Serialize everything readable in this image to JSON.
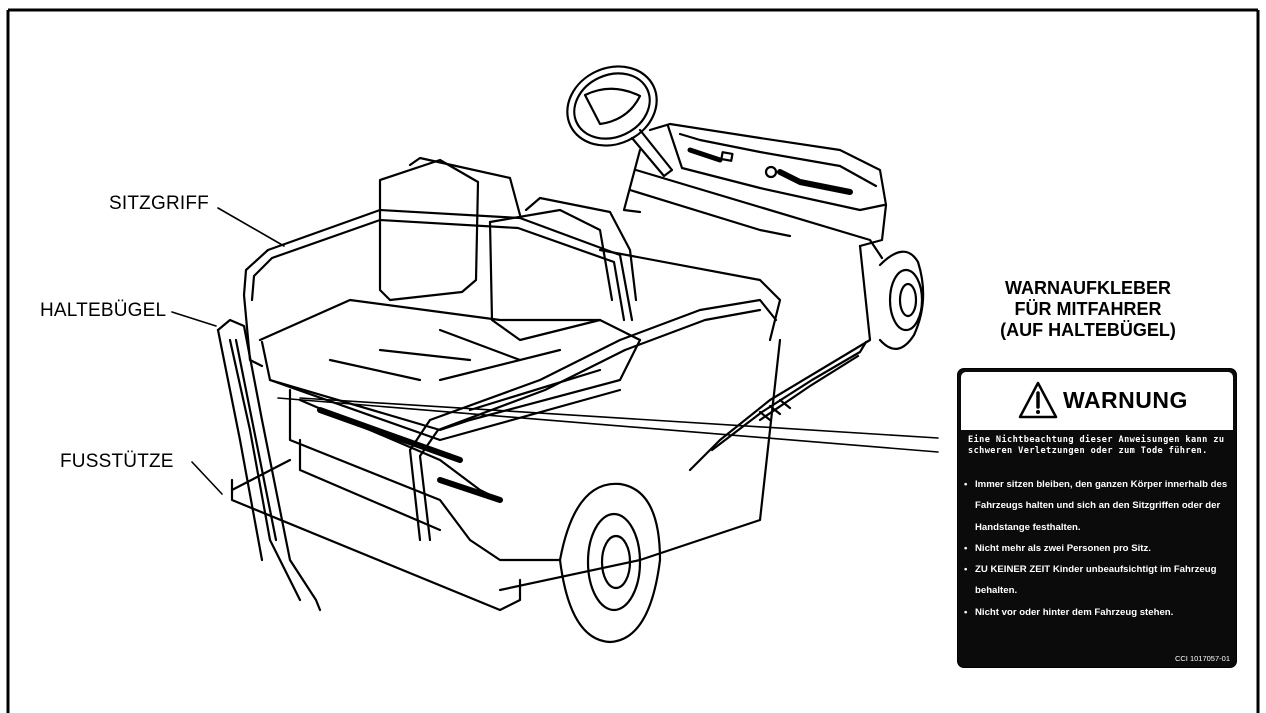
{
  "callouts": {
    "seat_grip": "SITZGRIFF",
    "hip_restraint": "HALTEBÜGEL",
    "footrest": "FUSSTÜTZE"
  },
  "decal": {
    "title_lines": [
      "WARNAUFKLEBER",
      "FÜR MITFAHRER",
      "(AUF HALTEBÜGEL)"
    ],
    "signal_word": "WARNUNG",
    "intro": "Eine Nichtbeachtung dieser Anweisungen kann zu schweren Verletzungen oder zum Tode führen.",
    "items": [
      "Immer sitzen bleiben, den ganzen Körper innerhalb des Fahrzeugs halten und sich an den Sitzgriffen oder der Handstange festhalten.",
      "Nicht mehr als zwei Personen pro Sitz.",
      "ZU KEINER ZEIT Kinder unbeaufsichtigt im Fahrzeug behalten.",
      "Nicht vor oder hinter dem Fahrzeug stehen."
    ],
    "code": "CCI 1017057-01"
  },
  "colors": {
    "ink": "#000000",
    "paper": "#ffffff",
    "decal_background": "#0b0b0b"
  },
  "icons": {
    "warning": "warning-triangle-icon"
  }
}
